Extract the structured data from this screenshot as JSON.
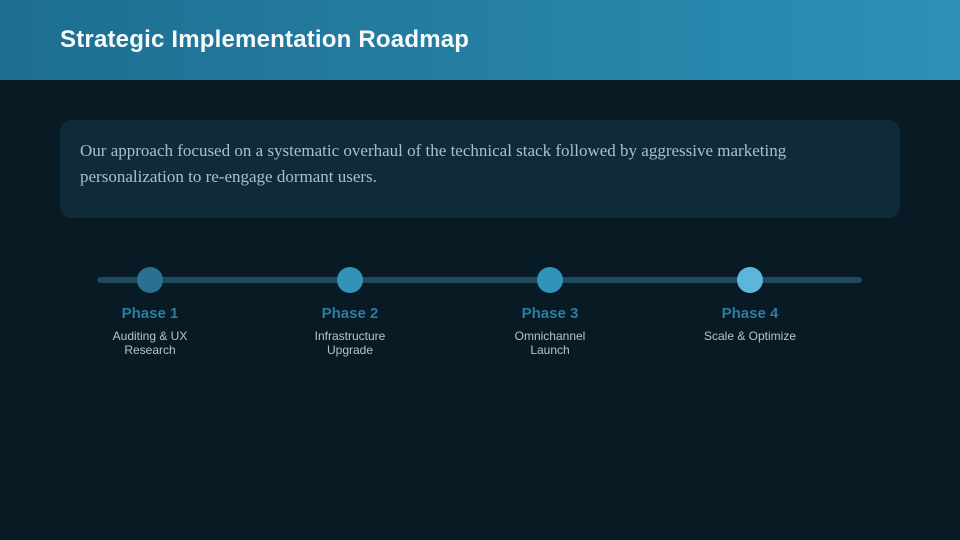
{
  "header": {
    "title": "Strategic Implementation Roadmap"
  },
  "summary": {
    "text": "Our approach focused on a systematic overhaul of the technical stack followed by aggressive marketing personalization to re-engage dormant users."
  },
  "timeline": {
    "phases": [
      {
        "label": "Phase 1",
        "description": "Auditing & UX Research",
        "dot_color": "#2b7093"
      },
      {
        "label": "Phase 2",
        "description": "Infrastructure Upgrade",
        "dot_color": "#3292b8"
      },
      {
        "label": "Phase 3",
        "description": "Omnichannel Launch",
        "dot_color": "#3292b8"
      },
      {
        "label": "Phase 4",
        "description": "Scale & Optimize",
        "dot_color": "#5db5db"
      }
    ]
  },
  "colors": {
    "background": "#081b24",
    "header_gradient_left": "#1d6e90",
    "header_gradient_right": "#2c90b6",
    "title_text": "#f7fafc",
    "card_background": "#0f2b39",
    "card_text": "#a3c2cd",
    "track": "#1d4a5e",
    "phase_label": "#2d7ca2",
    "phase_description": "#b3c4cd"
  }
}
